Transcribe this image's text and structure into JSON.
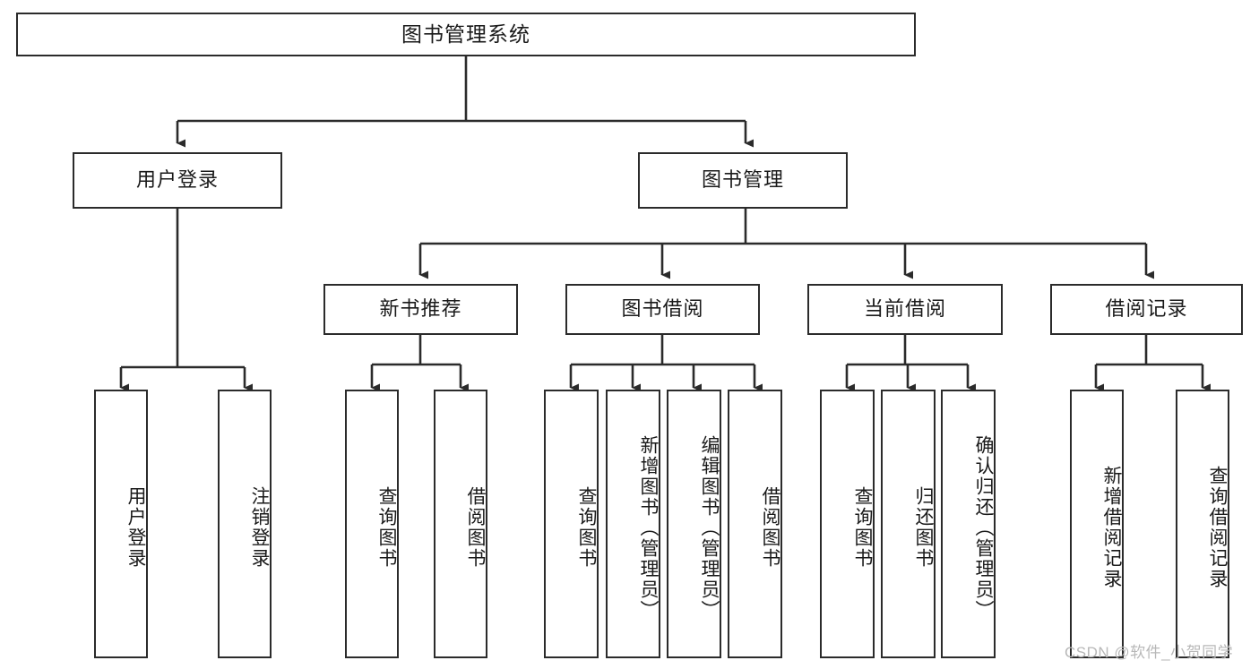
{
  "diagram": {
    "title": "图书管理系统",
    "type": "tree-hierarchy",
    "nodes": {
      "root": "图书管理系统",
      "level2": [
        "用户登录",
        "图书管理"
      ],
      "level3": [
        "新书推荐",
        "图书借阅",
        "当前借阅",
        "借阅记录"
      ],
      "leaves_user_login": [
        "用户登录",
        "注销登录"
      ],
      "leaves_new_books": [
        "查询图书",
        "借阅图书"
      ],
      "leaves_book_borrow": [
        "查询图书",
        "新增图书（管理员）",
        "编辑图书（管理员）",
        "借阅图书"
      ],
      "leaves_current_borrow": [
        "查询图书",
        "归还图书",
        "确认归还（管理员）"
      ],
      "leaves_borrow_record": [
        "新增借阅记录",
        "查询借阅记录"
      ]
    },
    "colors": {
      "stroke": "#2b2b2b",
      "fill": "#ffffff",
      "text": "#1a1a1a",
      "watermark": "#b8b8b8"
    }
  },
  "watermark": {
    "text": "CSDN @软件_小贺同学"
  }
}
